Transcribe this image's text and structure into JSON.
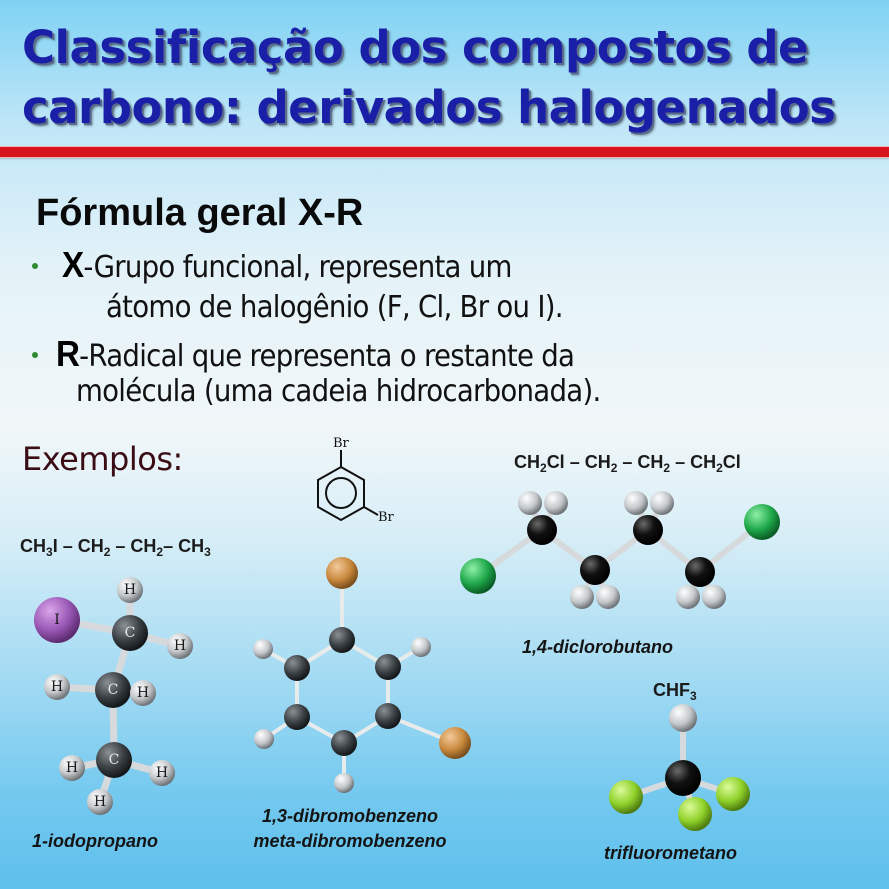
{
  "title": {
    "line1": "Classificação dos compostos de",
    "line2": "carbono: derivados halogenados",
    "color": "#1a1fa8",
    "rule_color": "#d7141e"
  },
  "formula_section": {
    "heading": "Fórmula geral X-R",
    "bullets": [
      {
        "letter": "X",
        "text_line1": "-Grupo funcional, representa um",
        "text_line2": "átomo de halogênio (F, Cl, Br ou I)."
      },
      {
        "letter": "R",
        "text_line1": "-Radical que representa o restante da",
        "text_line2": "molécula (uma cadeia hidrocarbonada)."
      }
    ]
  },
  "examples": {
    "label": "Exemplos:",
    "items": [
      {
        "name": "1-iodopropano",
        "formula_parts": [
          "CH",
          "3",
          "I – CH",
          "2",
          " – CH",
          "2",
          "– CH",
          "3"
        ],
        "atom_labels": {
          "iodine": "I",
          "carbon": "C",
          "hydrogen": "H"
        },
        "colors": {
          "iodine": "#9b59b6",
          "carbon": "#2b2f33",
          "hydrogen": "#bfc3c6"
        }
      },
      {
        "name_line1": "1,3-dibromobenzeno",
        "name_line2": "meta-dibromobenzeno",
        "skeletal_labels": [
          "Br",
          "Br"
        ],
        "colors": {
          "bromine": "#c98a3e",
          "carbon": "#4a4d50",
          "hydrogen": "#e4e6e7"
        }
      },
      {
        "name": "1,4-diclorobutano",
        "formula_parts": [
          "CH",
          "2",
          "Cl – CH",
          "2",
          " – CH",
          "2",
          " – CH",
          "2",
          "Cl"
        ],
        "colors": {
          "chlorine": "#1fa84a",
          "carbon": "#111111",
          "hydrogen": "#d9dcdd"
        }
      },
      {
        "name": "trifluorometano",
        "formula_parts": [
          "CHF",
          "3"
        ],
        "colors": {
          "fluorine": "#8fd12a",
          "carbon": "#0d0d0d",
          "hydrogen": "#d7d9da"
        }
      }
    ]
  }
}
